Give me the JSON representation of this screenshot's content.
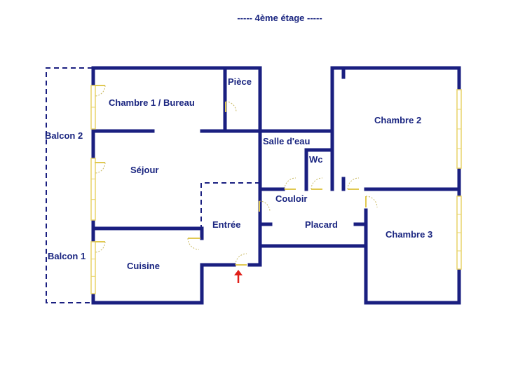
{
  "title": "-----  4ème étage  -----",
  "rooms": {
    "chambre1": "Chambre 1 / Bureau",
    "piece": "Pièce",
    "balcon2": "Balcon 2",
    "sejour": "Séjour",
    "balcon1": "Balcon 1",
    "cuisine": "Cuisine",
    "entree": "Entrée",
    "salle_deau": "Salle d'eau",
    "wc": "Wc",
    "couloir": "Couloir",
    "placard": "Placard",
    "chambre2": "Chambre 2",
    "chambre3": "Chambre 3"
  },
  "colors": {
    "wall": "#1a1f80",
    "label": "#1a2580",
    "window": "#e8d46a",
    "entry_arrow": "#e0201a"
  },
  "icons": {
    "entry_marker": "up-arrow-icon"
  }
}
